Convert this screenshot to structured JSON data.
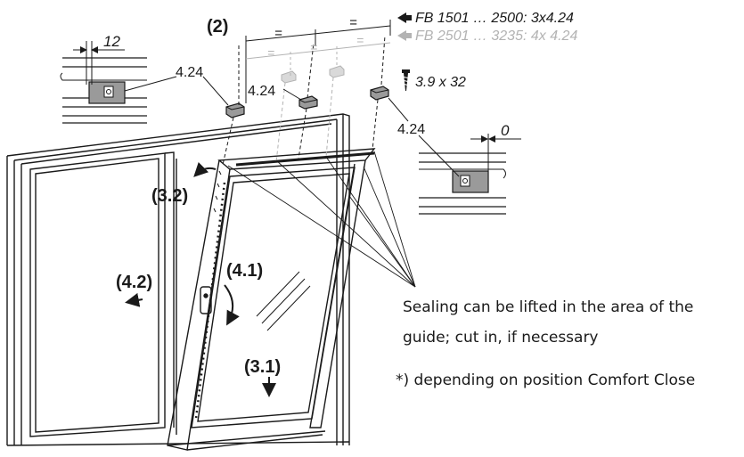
{
  "labels": {
    "step_2": "(2)",
    "step_3_2": "(3.2)",
    "step_4_2": "(4.2)",
    "step_4_1": "(4.1)",
    "step_3_1": "(3.1)",
    "fb_range_1": "FB 1501 … 2500: 3x4.24",
    "fb_range_2": "FB 2501 … 3235: 4x 4.24",
    "screw_spec": "3.9 x 32",
    "part_ref": "4.24",
    "dim_12": "12",
    "dim_0": "0",
    "equal_sign": "="
  },
  "notes": {
    "sealing_line1": "Sealing can be lifted in the area of the",
    "sealing_line2": "guide; cut in, if necessary",
    "position_note": "*) depending on position Comfort Close"
  },
  "colors": {
    "line": "#1a1a1a",
    "grey": "#b3b3b3",
    "part_fill": "#9a9a9a"
  }
}
